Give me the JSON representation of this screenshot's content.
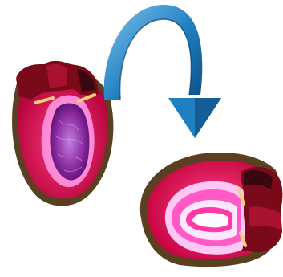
{
  "scene": {
    "background": "#ffffff",
    "objects": [
      {
        "kind": "heart-section",
        "state": "normal",
        "tissue_color": "#e0104a",
        "cavity_color": "#8a2aa0",
        "cap_color": "#7a0a1a",
        "pericardium_color": "#5a4020"
      },
      {
        "kind": "curved-arrow",
        "direction": "clockwise-down",
        "color": "#1f7fc0",
        "highlight": "#7fc3ee"
      },
      {
        "kind": "heart-section",
        "state": "rotated-enlarged",
        "tissue_color": "#ff1866",
        "cavity_color": "#ff66d0",
        "inner_band_color": "#ffd0ff",
        "cap_color": "#7a0a1a",
        "pericardium_color": "#5a4020"
      }
    ]
  }
}
